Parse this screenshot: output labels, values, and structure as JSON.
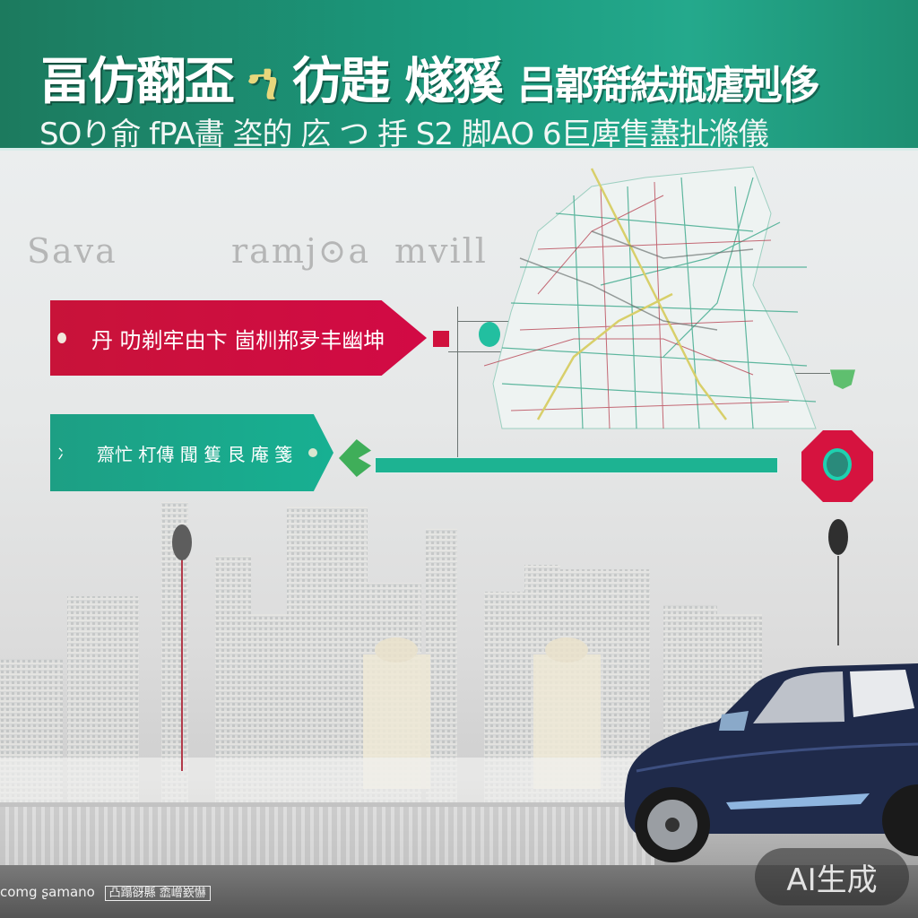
{
  "header": {
    "headline_part1": "畐仿翻盃",
    "headline_accent": "ኀ",
    "headline_part2": "彷韪  燧豯",
    "headline_part3": "吕郼搿紶瓶瘧剋侈",
    "subline": "SOり俞 fPA畵 垐的  庅 つ 抙 S2  脚AO  6巨庳售藎扯滌儀",
    "bg_color": "#1b9a7e"
  },
  "faded_labels": [
    "Sava",
    "ramj⊙a",
    "mvill"
  ],
  "banners": [
    {
      "id": "red",
      "text": "丹  叻剃牢由卞  崮杊郱夛丰幽坤",
      "color": "#d20a45"
    },
    {
      "id": "teal",
      "text": "齋忙 朾傳 聞 篗 艮 庵 箋",
      "prefix": "冫",
      "color": "#17b092"
    }
  ],
  "markers": {
    "red_badge_color": "#d6133f",
    "teal_ring_color": "#1fd0b0",
    "green_shield_color": "#5fbf6f",
    "green_arrow_color": "#3fae59"
  },
  "map": {
    "description": "city road network map",
    "road_colors": [
      "#3aa88a",
      "#b53a4a",
      "#d8cf6a",
      "#6a6f6e"
    ]
  },
  "footer": {
    "caption_left": "comg  ʂamano",
    "caption_boxed": "凸蹋谺縣 嵞嶒嶔懗",
    "ai_badge": "AI生成"
  },
  "car": {
    "color": "#1f2a4a",
    "description": "dark blue compact SUV"
  }
}
